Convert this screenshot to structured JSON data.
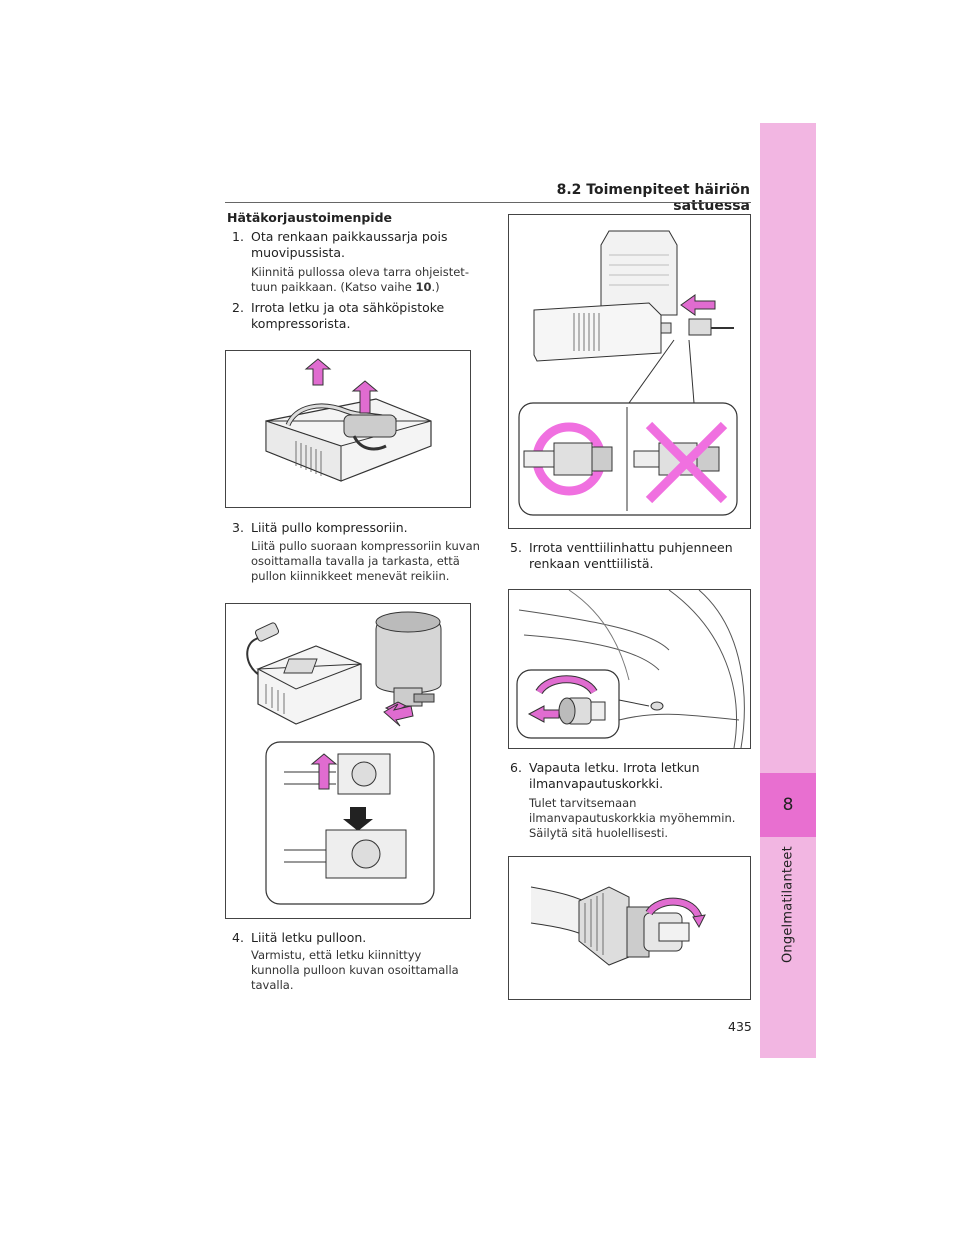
{
  "header": {
    "section": "8.2  Toimenpiteet häiriön sattuessa"
  },
  "sidebar": {
    "chapter_number": "8",
    "chapter_title": "Ongelmatilanteet"
  },
  "left_column": {
    "heading": "Hätäkorjaustoimenpide",
    "step1": {
      "number": "1.",
      "line1": "Ota renkaan paikkaussarja pois",
      "line2": "muovipussista."
    },
    "step1_note": {
      "line1": "Kiinnitä pullossa oleva tarra ohjeistet-",
      "line2_pre": "tuun paikkaan. (Katso vaihe ",
      "line2_ref": "10",
      "line2_post": ".)"
    },
    "step2": {
      "number": "2.",
      "line1": "Irrota letku ja ota sähköpistoke",
      "line2": "kompressorista."
    },
    "step3": {
      "number": "3.",
      "line1": "Liitä pullo kompressoriin."
    },
    "step3_note": {
      "line1": "Liitä pullo suoraan kompressoriin kuvan",
      "line2": "osoittamalla tavalla ja tarkasta, että",
      "line3": "pullon kiinnikkeet menevät reikiin."
    },
    "step4": {
      "number": "4.",
      "line1": "Liitä letku pulloon."
    },
    "step4_note": {
      "line1": "Varmistu, että letku kiinnittyy",
      "line2": "kunnolla pulloon kuvan osoittamalla",
      "line3": "tavalla."
    }
  },
  "right_column": {
    "step5": {
      "number": "5.",
      "line1": "Irrota venttiilinhattu puhjenneen",
      "line2": "renkaan venttiilistä."
    },
    "step6": {
      "number": "6.",
      "line1": "Vapauta letku. Irrota letkun",
      "line2": "ilmanvapautuskorkki."
    },
    "step6_note": {
      "line1": "Tulet tarvitsemaan",
      "line2": "ilmanvapautuskorkkia myöhemmin.",
      "line3": "Säilytä sitä huolellisesti."
    }
  },
  "footer": {
    "page_number": "435"
  },
  "colors": {
    "sidebar": "#f2b6e2",
    "chapter_tab": "#e86fd0",
    "highlight": "#f070e0"
  }
}
